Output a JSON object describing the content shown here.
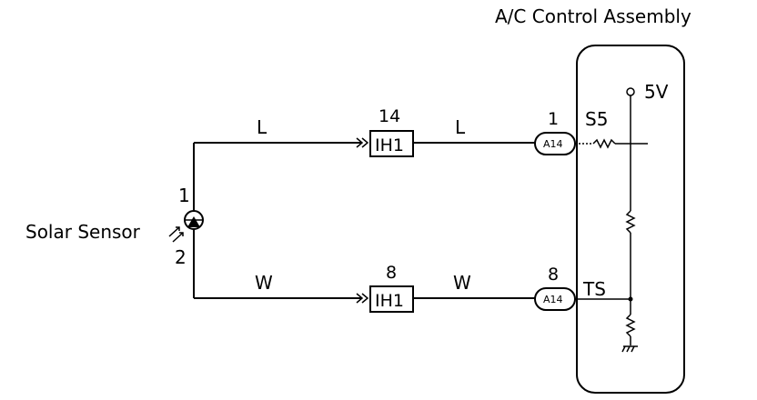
{
  "assembly": {
    "title": "A/C Control Assembly"
  },
  "sensor": {
    "label": "Solar Sensor",
    "pin_top": "1",
    "pin_bottom": "2"
  },
  "top_circuit": {
    "wire_left_color": "L",
    "junction_pin": "14",
    "junction_label": "IH1",
    "wire_right_color": "L",
    "connector_pin": "1",
    "connector_label": "A14",
    "terminal": "S5"
  },
  "bottom_circuit": {
    "wire_left_color": "W",
    "junction_pin": "8",
    "junction_label": "IH1",
    "wire_right_color": "W",
    "connector_pin": "8",
    "connector_label": "A14",
    "terminal": "TS"
  },
  "supply": {
    "label": "5V"
  }
}
